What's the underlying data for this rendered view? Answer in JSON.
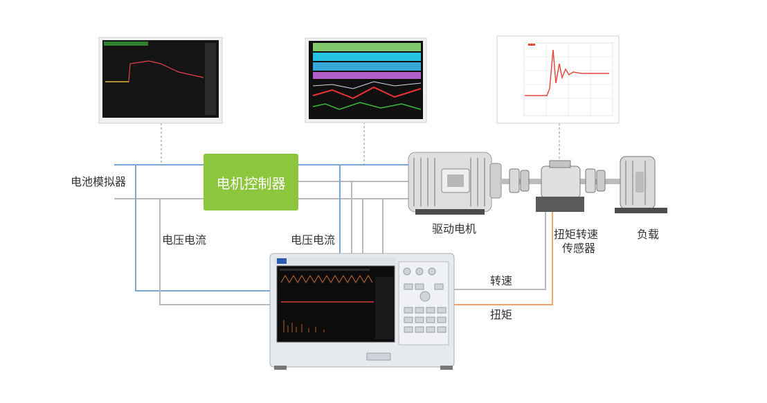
{
  "labels": {
    "battery_sim": "电池模拟器",
    "controller": "电机控制器",
    "voltage_current_left": "电压电流",
    "voltage_current_right": "电压电流",
    "drive_motor": "驱动电机",
    "torque_speed_sensor_line1": "扭矩转速",
    "torque_speed_sensor_line2": "传感器",
    "load": "负载",
    "speed": "转速",
    "torque": "扭矩"
  },
  "colors": {
    "blue_line": "#7aa7d9",
    "gray_line": "#b9b9b9",
    "orange_line": "#f0a46a",
    "controller_green": "#8cc63f"
  },
  "icons": [
    "motor-icon",
    "coupling-icon",
    "sensor-icon",
    "load-motor-icon",
    "power-analyzer-icon"
  ]
}
